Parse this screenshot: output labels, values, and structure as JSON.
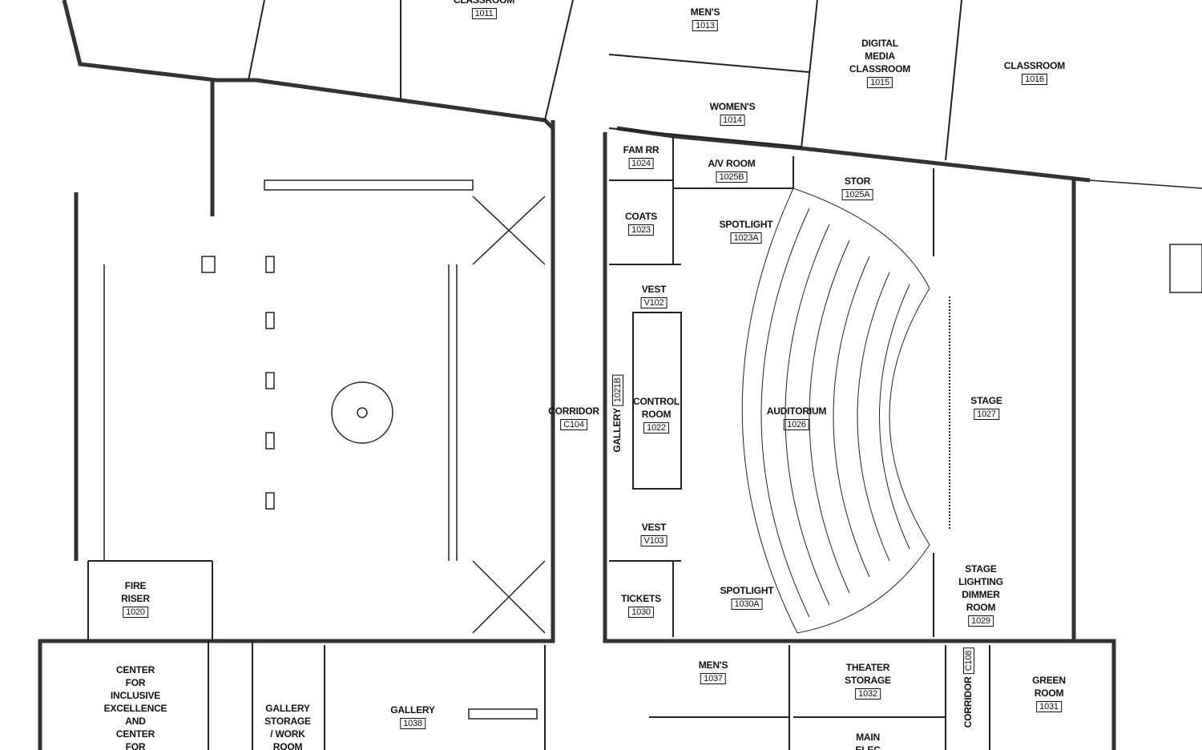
{
  "rooms": [
    {
      "id": "classroom-1011",
      "lines": [
        "CLASSROOM"
      ],
      "number": "1011"
    },
    {
      "id": "mens-1013",
      "lines": [
        "MEN'S"
      ],
      "number": "1013"
    },
    {
      "id": "digital-media-classroom-1015",
      "lines": [
        "DIGITAL",
        "MEDIA",
        "CLASSROOM"
      ],
      "number": "1015"
    },
    {
      "id": "classroom-1016",
      "lines": [
        "CLASSROOM"
      ],
      "number": "1016"
    },
    {
      "id": "womens-1014",
      "lines": [
        "WOMEN'S"
      ],
      "number": "1014"
    },
    {
      "id": "fam-rr-1024",
      "lines": [
        "FAM RR"
      ],
      "number": "1024"
    },
    {
      "id": "av-room-1025b",
      "lines": [
        "A/V ROOM"
      ],
      "number": "1025B"
    },
    {
      "id": "stor-1025a",
      "lines": [
        "STOR"
      ],
      "number": "1025A"
    },
    {
      "id": "coats-1023",
      "lines": [
        "COATS"
      ],
      "number": "1023"
    },
    {
      "id": "spotlight-1023a",
      "lines": [
        "SPOTLIGHT"
      ],
      "number": "1023A"
    },
    {
      "id": "vest-v102",
      "lines": [
        "VEST"
      ],
      "number": "V102"
    },
    {
      "id": "corridor-c104",
      "lines": [
        "CORRIDOR"
      ],
      "number": "C104"
    },
    {
      "id": "gallery-1021b",
      "lines": [
        "GALLERY"
      ],
      "number": "1021B"
    },
    {
      "id": "control-room-1022",
      "lines": [
        "CONTROL",
        "ROOM"
      ],
      "number": "1022"
    },
    {
      "id": "auditorium-1026",
      "lines": [
        "AUDITORIUM"
      ],
      "number": "1026"
    },
    {
      "id": "stage-1027",
      "lines": [
        "STAGE"
      ],
      "number": "1027"
    },
    {
      "id": "vest-v103",
      "lines": [
        "VEST"
      ],
      "number": "V103"
    },
    {
      "id": "fire-riser-1020",
      "lines": [
        "FIRE",
        "RISER"
      ],
      "number": "1020"
    },
    {
      "id": "tickets-1030",
      "lines": [
        "TICKETS"
      ],
      "number": "1030"
    },
    {
      "id": "spotlight-1030a",
      "lines": [
        "SPOTLIGHT"
      ],
      "number": "1030A"
    },
    {
      "id": "stage-lighting-dimmer-room-1029",
      "lines": [
        "STAGE",
        "LIGHTING",
        "DIMMER",
        "ROOM"
      ],
      "number": "1029"
    },
    {
      "id": "center-for-inclusive-excellence",
      "lines": [
        "CENTER",
        "FOR",
        "INCLUSIVE",
        "EXCELLENCE",
        "AND",
        "CENTER",
        "FOR"
      ],
      "number": ""
    },
    {
      "id": "gallery-storage-work-room",
      "lines": [
        "GALLERY",
        "STORAGE",
        "/ WORK",
        "ROOM"
      ],
      "number": ""
    },
    {
      "id": "gallery-1038",
      "lines": [
        "GALLERY"
      ],
      "number": "1038"
    },
    {
      "id": "mens-1037",
      "lines": [
        "MEN'S"
      ],
      "number": "1037"
    },
    {
      "id": "theater-storage-1032",
      "lines": [
        "THEATER",
        "STORAGE"
      ],
      "number": "1032"
    },
    {
      "id": "corridor-c108",
      "lines": [
        "CORRIDOR"
      ],
      "number": "C108"
    },
    {
      "id": "green-room-1031",
      "lines": [
        "GREEN",
        "ROOM"
      ],
      "number": "1031"
    },
    {
      "id": "main-elec",
      "lines": [
        "MAIN",
        "ELEC"
      ],
      "number": ""
    }
  ]
}
